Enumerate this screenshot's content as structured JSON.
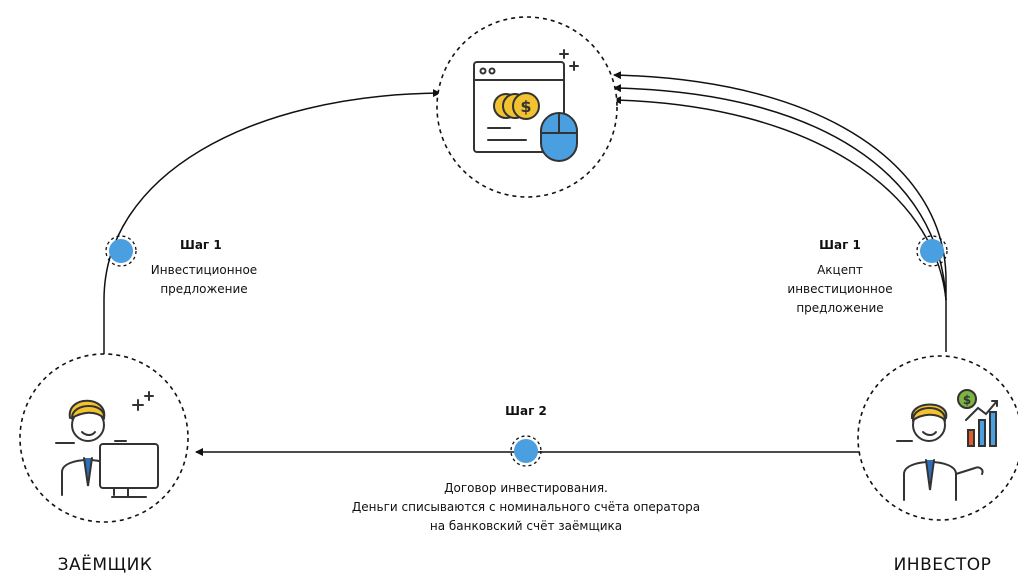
{
  "colors": {
    "accent": "#4a9fe0",
    "line": "#111111",
    "tie": "#2f6fb8",
    "hair": "#f2c230",
    "coin": "#f2c230",
    "coin_green": "#7cb342",
    "bar_red": "#e05a2b"
  },
  "icons": {
    "platform": "browser-coins-mouse-icon",
    "borrower": "man-at-computer-icon",
    "investor": "man-with-growth-chart-icon"
  },
  "borrower_step": {
    "title": "Шаг 1",
    "line1": "Инвестиционное",
    "line2": "предложение"
  },
  "investor_step": {
    "title": "Шаг 1",
    "line1": "Акцепт",
    "line2": "инвестиционное",
    "line3": "предложение"
  },
  "contract_step": {
    "title": "Шаг 2",
    "line1": "Договор инвестирования.",
    "line2": "Деньги списываются с номинального счёта оператора",
    "line3": "на банковский счёт заёмщика"
  },
  "roles": {
    "borrower": "ЗАЁМЩИК",
    "investor": "ИНВЕСТОР"
  }
}
